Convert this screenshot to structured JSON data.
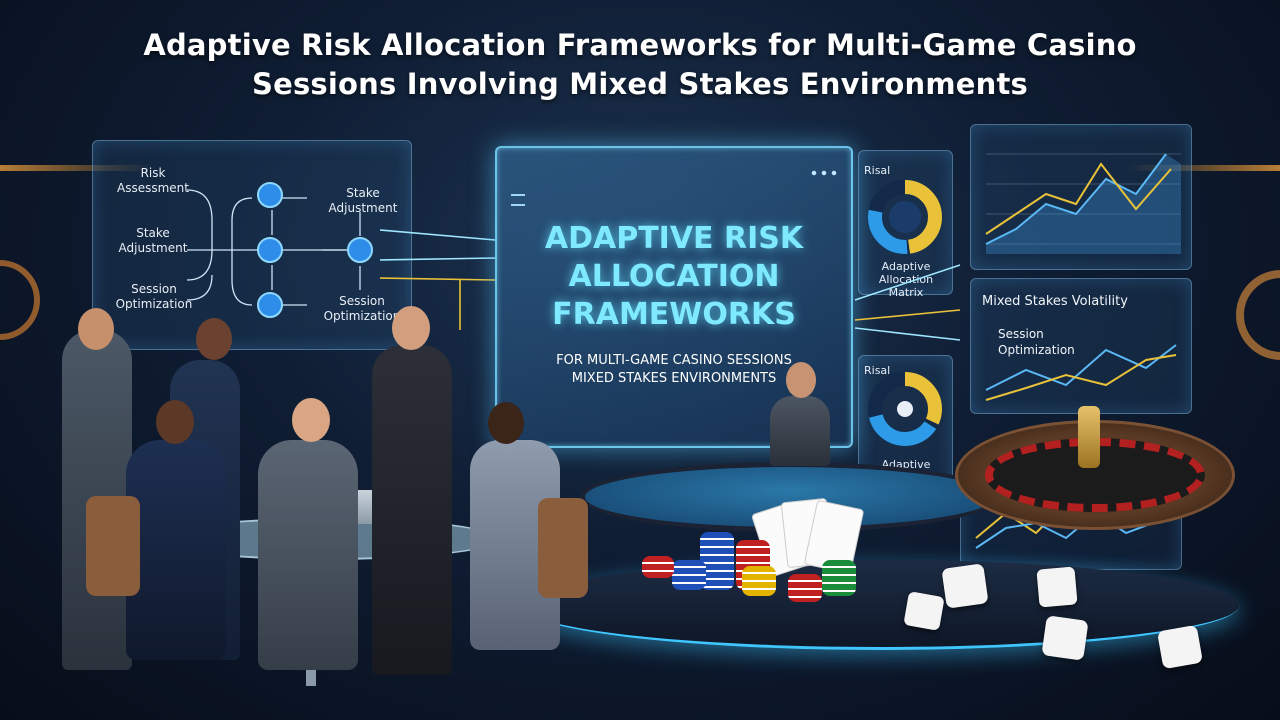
{
  "header": {
    "title_line1": "Adaptive Risk Allocation Frameworks for Multi-Game Casino",
    "title_line2": "Sessions Involving Mixed Stakes Environments"
  },
  "flow_panel": {
    "left_labels": [
      "Risk Assessment",
      "Stake Adjustment",
      "Session Optimization"
    ],
    "right_labels": [
      "Stake Adjustment",
      "Session Optimization"
    ]
  },
  "main_screen": {
    "title_lines": [
      "ADAPTIVE RISK",
      "ALLOCATION",
      "FRAMEWORKS"
    ],
    "subtitle_lines": [
      "FOR MULTI-GAME CASINO SESSIONS",
      "MIXED STAKES ENVIRONMENTS"
    ]
  },
  "matrix_panels": [
    {
      "top_label": "Risal",
      "bottom_label": "Adaptive Allocation Matrix"
    },
    {
      "top_label": "Risal",
      "bottom_label": "Adaptive Allocation Matrix"
    }
  ],
  "charts": {
    "volatility_label": "Mixed Stakes Volatility",
    "session_label": "Session Optimization"
  },
  "colors": {
    "accent_cyan": "#7ee9ff",
    "gold": "#e9c23a",
    "node_blue": "#2e8de8",
    "table_felt": "#1a5d8a"
  }
}
